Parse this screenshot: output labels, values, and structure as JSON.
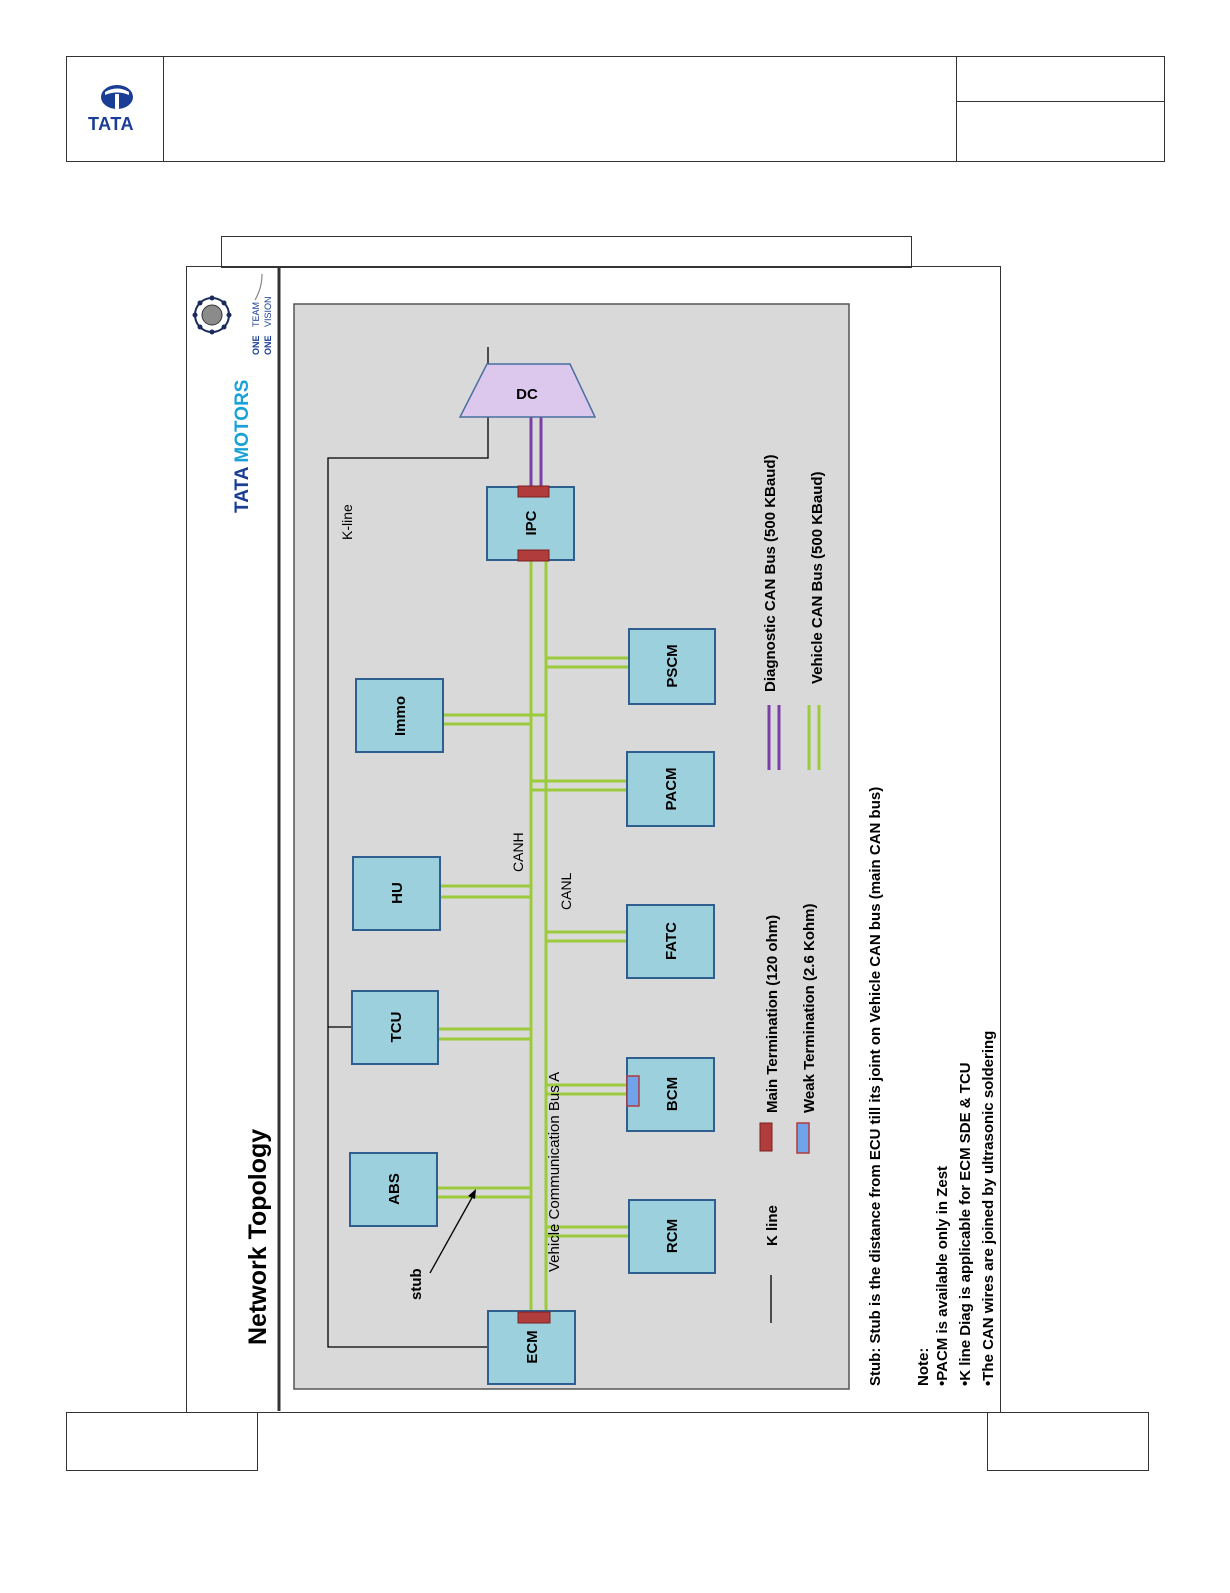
{
  "page_header": {
    "logo_text": "TATA"
  },
  "diagram": {
    "title": "Network Topology",
    "brand": {
      "word1": "TATA",
      "word2": "MOTORS",
      "tag_one1": "ONE",
      "tag_team": "TEAM",
      "tag_one2": "ONE",
      "tag_vision": "VISION"
    },
    "nodes": {
      "dc": "DC",
      "ipc": "IPC",
      "immo": "Immo",
      "hu": "HU",
      "tcu": "TCU",
      "abs": "ABS",
      "ecm": "ECM",
      "pscm": "PSCM",
      "pacm": "PACM",
      "fatc": "FATC",
      "bcm": "BCM",
      "rcm": "RCM"
    },
    "labels": {
      "kline": "K-line",
      "canh": "CANH",
      "canl": "CANL",
      "bus": "Vehicle Communication Bus A",
      "stub": "stub"
    },
    "legend": {
      "k_line": "K line",
      "main_term": "Main Termination (120 ohm)",
      "weak_term": "Weak Termination (2.6 Kohm)",
      "diag_can": "Diagnostic CAN Bus (500 KBaud)",
      "vehicle_can": "Vehicle CAN Bus (500 KBaud)"
    },
    "stub_note": "Stub: Stub is the distance from ECU till its joint on Vehicle CAN bus (main CAN bus)",
    "notes": {
      "heading": "Note:",
      "items": [
        "•PACM is available only in Zest",
        "•K line Diag is applicable for ECM SDE & TCU",
        "•The CAN wires are joined by ultrasonic soldering"
      ]
    },
    "colors": {
      "panel": "#d9d9d9",
      "node_fill": "#9dd0dd",
      "node_stroke": "#2f5f8f",
      "dc_fill": "#dcc8ec",
      "can_green": "#9bcb3b",
      "diag_purple": "#7a40a8",
      "main_term": "#b03c3c",
      "weak_term": "#6fa3ea",
      "brand_blue": "#1a3d95",
      "brand_cyan": "#1aa1d8"
    }
  }
}
